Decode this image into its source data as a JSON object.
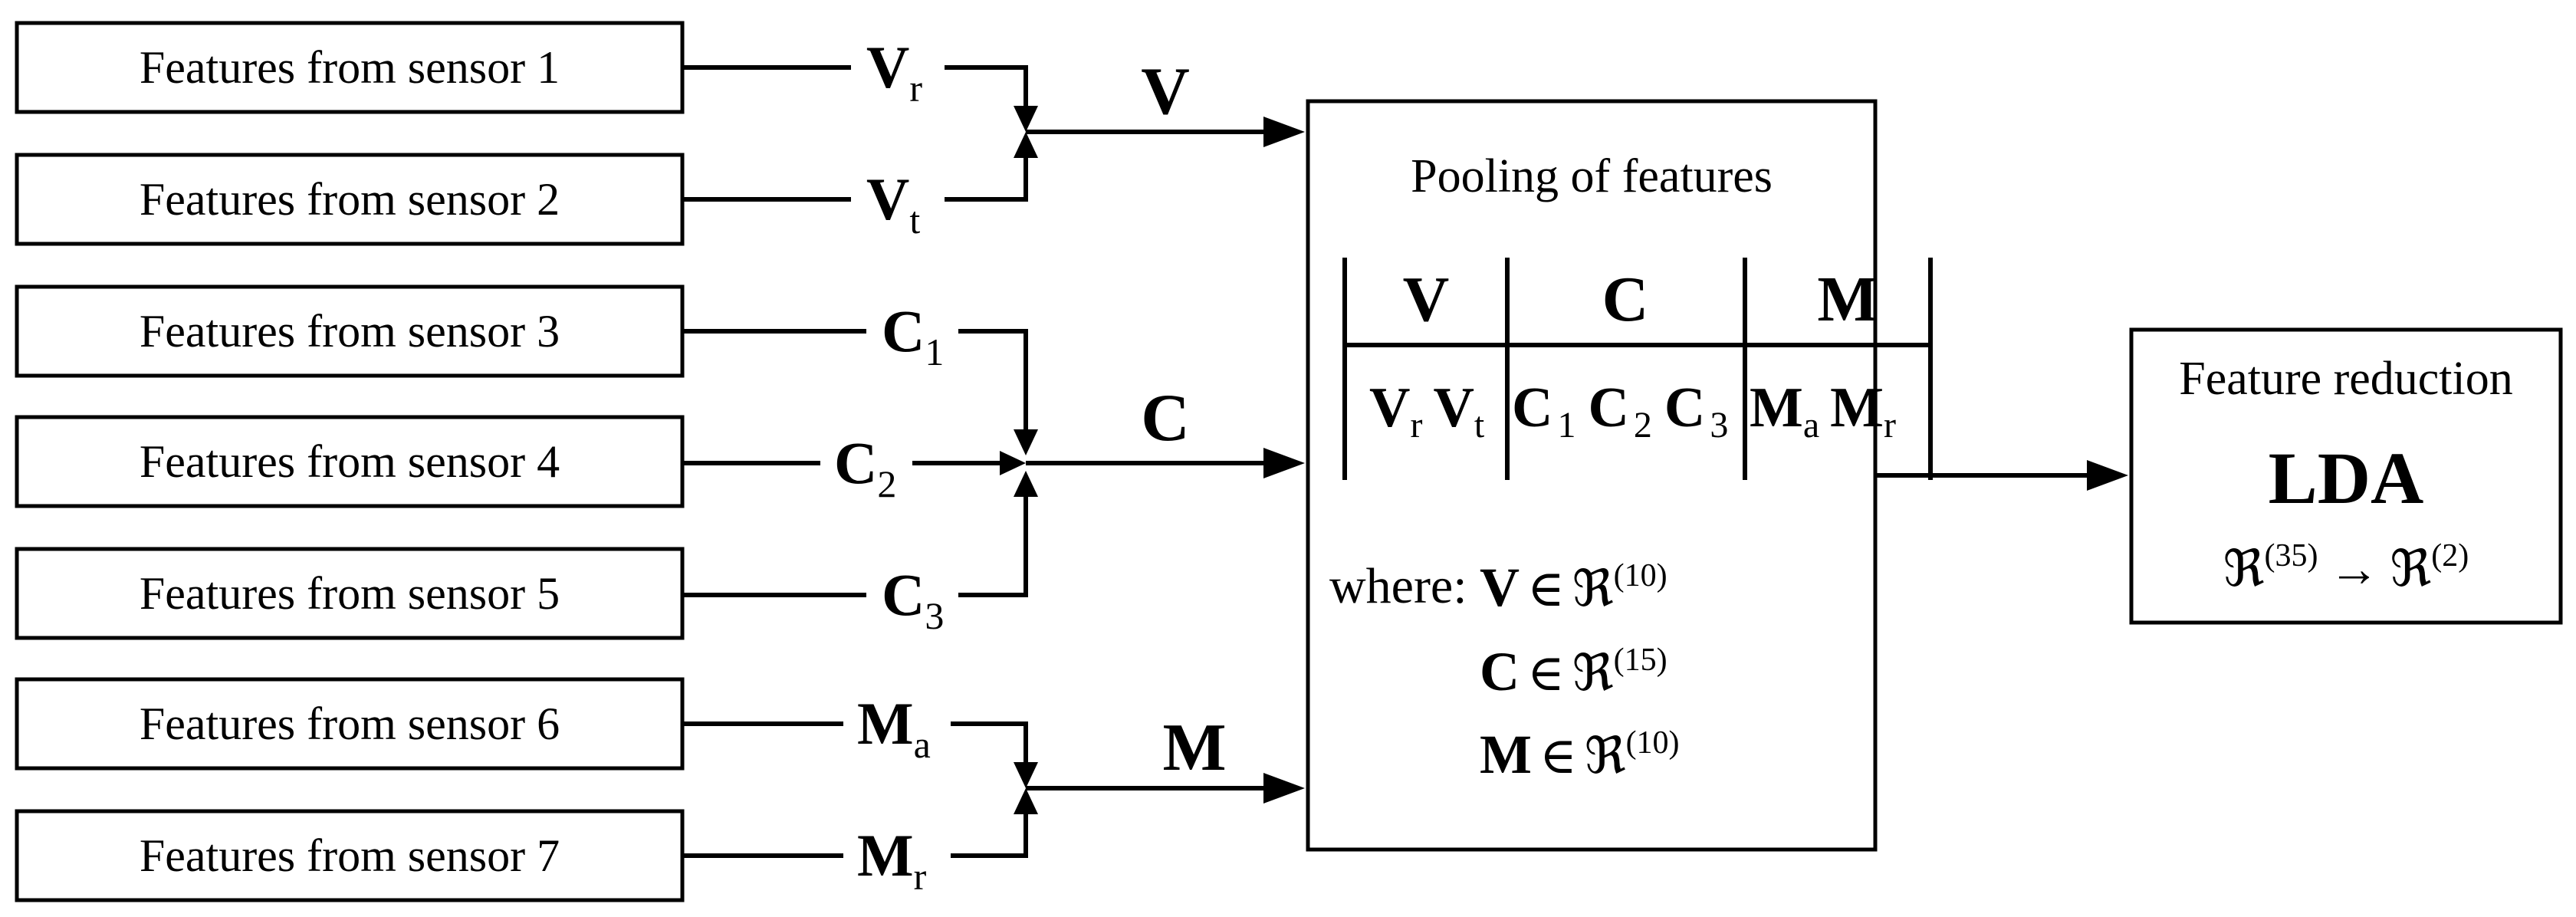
{
  "sensors": [
    {
      "label": "Features from sensor 1"
    },
    {
      "label": "Features from sensor 2"
    },
    {
      "label": "Features from sensor 3"
    },
    {
      "label": "Features from sensor 4"
    },
    {
      "label": "Features from sensor 5"
    },
    {
      "label": "Features from sensor 6"
    },
    {
      "label": "Features from sensor 7"
    }
  ],
  "signals": [
    {
      "main": "V",
      "sub": "r"
    },
    {
      "main": "V",
      "sub": "t"
    },
    {
      "main": "C",
      "sub": "1"
    },
    {
      "main": "C",
      "sub": "2"
    },
    {
      "main": "C",
      "sub": "3"
    },
    {
      "main": "M",
      "sub": "a"
    },
    {
      "main": "M",
      "sub": "r"
    }
  ],
  "buses": [
    "V",
    "C",
    "M"
  ],
  "pooling": {
    "title": "Pooling of features",
    "headers": [
      "V",
      "C",
      "M"
    ],
    "cells": [
      [
        {
          "main": "V",
          "sub": "r"
        },
        {
          "main": "V",
          "sub": "t"
        }
      ],
      [
        {
          "main": "C",
          "sub": "1"
        },
        {
          "main": "C",
          "sub": "2"
        },
        {
          "main": "C",
          "sub": "3"
        }
      ],
      [
        {
          "main": "M",
          "sub": "a"
        },
        {
          "main": "M",
          "sub": "r"
        }
      ]
    ],
    "where_label": "where:",
    "definitions": [
      {
        "symbol": "V",
        "relation": "∈",
        "space": "ℜ",
        "dim": "(10)"
      },
      {
        "symbol": "C",
        "relation": "∈",
        "space": "ℜ",
        "dim": "(15)"
      },
      {
        "symbol": "M",
        "relation": "∈",
        "space": "ℜ",
        "dim": "(10)"
      }
    ]
  },
  "reduction": {
    "title": "Feature reduction",
    "method": "LDA",
    "mapping": {
      "from_space": "ℜ",
      "from_dim": "(35)",
      "arrow": "→",
      "to_space": "ℜ",
      "to_dim": "(2)"
    }
  }
}
